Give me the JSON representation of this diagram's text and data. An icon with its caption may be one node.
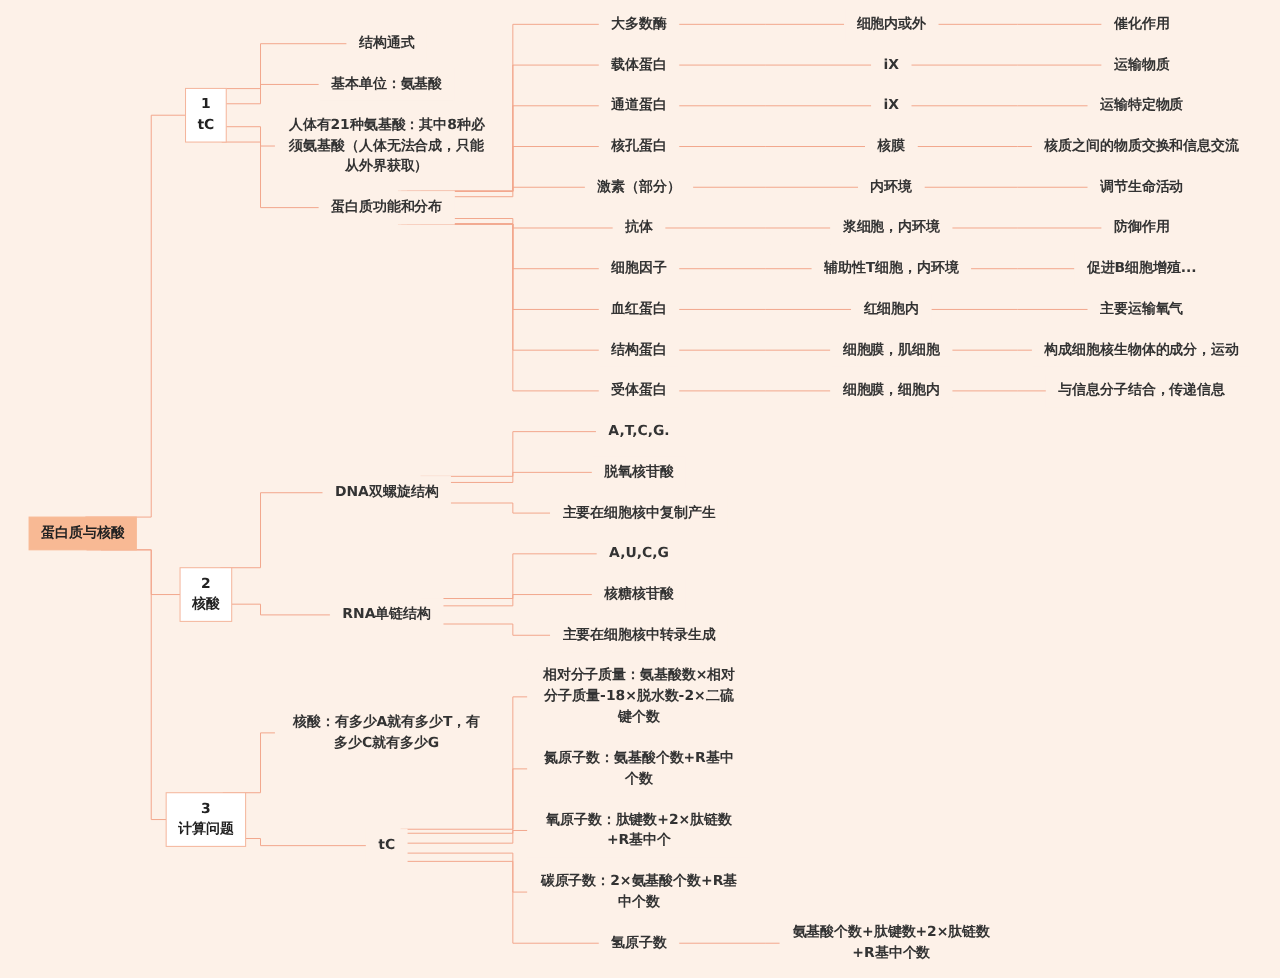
{
  "diagram": {
    "nodes": [
      {
        "text": [
          "蛋白质与核酸"
        ]
      },
      {
        "text": [
          "1",
          "tC"
        ]
      },
      {
        "text": [
          "结构通式"
        ]
      },
      {
        "text": [
          "基本单位：氨基酸"
        ]
      },
      {
        "text": [
          "人体有21种氨基酸：其中8种必须氨基酸（人体无法合成，只能从外界获取）"
        ]
      },
      {
        "text": [
          "蛋白质功能和分布"
        ]
      },
      {
        "text": [
          "大多数酶"
        ]
      },
      {
        "text": [
          "细胞内或外"
        ]
      },
      {
        "text": [
          "催化作用"
        ]
      },
      {
        "text": [
          "载体蛋白"
        ]
      },
      {
        "text": [
          "iX"
        ]
      },
      {
        "text": [
          "运输物质"
        ]
      },
      {
        "text": [
          "通道蛋白"
        ]
      },
      {
        "text": [
          "iX"
        ]
      },
      {
        "text": [
          "运输特定物质"
        ]
      },
      {
        "text": [
          "核孔蛋白"
        ]
      },
      {
        "text": [
          "核膜"
        ]
      },
      {
        "text": [
          "核质之间的物质交换和信息交流"
        ]
      },
      {
        "text": [
          "激素（部分）"
        ]
      },
      {
        "text": [
          "内环境"
        ]
      },
      {
        "text": [
          "调节生命活动"
        ]
      },
      {
        "text": [
          "抗体"
        ]
      },
      {
        "text": [
          "浆细胞，内环境"
        ]
      },
      {
        "text": [
          "防御作用"
        ]
      },
      {
        "text": [
          "细胞因子"
        ]
      },
      {
        "text": [
          "辅助性T细胞，内环境"
        ]
      },
      {
        "text": [
          "促进B细胞增殖..."
        ]
      },
      {
        "text": [
          "血红蛋白"
        ]
      },
      {
        "text": [
          "红细胞内"
        ]
      },
      {
        "text": [
          "主要运输氧气"
        ]
      },
      {
        "text": [
          "结构蛋白"
        ]
      },
      {
        "text": [
          "细胞膜，肌细胞"
        ]
      },
      {
        "text": [
          "构成细胞核生物体的成分，运动"
        ]
      },
      {
        "text": [
          "受体蛋白"
        ]
      },
      {
        "text": [
          "细胞膜，细胞内"
        ]
      },
      {
        "text": [
          "与信息分子结合，传递信息"
        ]
      },
      {
        "text": [
          "2",
          "核酸"
        ]
      },
      {
        "text": [
          "DNA双螺旋结构"
        ]
      },
      {
        "text": [
          "A,T,C,G."
        ]
      },
      {
        "text": [
          "脱氧核苷酸"
        ]
      },
      {
        "text": [
          "主要在细胞核中复制产生"
        ]
      },
      {
        "text": [
          "RNA单链结构"
        ]
      },
      {
        "text": [
          "A,U,C,G"
        ]
      },
      {
        "text": [
          "核糖核苷酸"
        ]
      },
      {
        "text": [
          "主要在细胞核中转录生成"
        ]
      },
      {
        "text": [
          "3",
          "计算问题"
        ]
      },
      {
        "text": [
          "核酸：有多少A就有多少T，有多少C就有多少G"
        ]
      },
      {
        "text": [
          "tC"
        ]
      },
      {
        "text": [
          "相对分子质量：氨基酸数×相对分子质量-18×脱水数-2×二硫键个数"
        ]
      },
      {
        "text": [
          "氮原子数：氨基酸个数+R基中个数"
        ]
      },
      {
        "text": [
          "氧原子数：肽键数+2×肽链数+R基中个"
        ]
      },
      {
        "text": [
          "碳原子数：2×氨基酸个数+R基中个数"
        ]
      },
      {
        "text": [
          "氢原子数"
        ]
      },
      {
        "text": [
          "氨基酸个数+肽键数+2×肽链数+R基中个数"
        ]
      }
    ],
    "edges": [
      {
        "from": 0,
        "to": 1,
        "arrow": "none"
      },
      {
        "from": 1,
        "to": 2,
        "arrow": "none"
      },
      {
        "from": 1,
        "to": 3,
        "arrow": "none"
      },
      {
        "from": 1,
        "to": 4,
        "arrow": "none"
      },
      {
        "from": 1,
        "to": 5,
        "arrow": "none"
      },
      {
        "from": 5,
        "to": 6,
        "arrow": "none"
      },
      {
        "from": 6,
        "to": 7,
        "arrow": "none"
      },
      {
        "from": 7,
        "to": 8,
        "arrow": "none"
      },
      {
        "from": 5,
        "to": 9,
        "arrow": "none"
      },
      {
        "from": 9,
        "to": 10,
        "arrow": "none"
      },
      {
        "from": 10,
        "to": 11,
        "arrow": "none"
      },
      {
        "from": 5,
        "to": 12,
        "arrow": "none"
      },
      {
        "from": 12,
        "to": 13,
        "arrow": "none"
      },
      {
        "from": 13,
        "to": 14,
        "arrow": "none"
      },
      {
        "from": 5,
        "to": 15,
        "arrow": "none"
      },
      {
        "from": 15,
        "to": 16,
        "arrow": "none"
      },
      {
        "from": 16,
        "to": 17,
        "arrow": "none"
      },
      {
        "from": 5,
        "to": 18,
        "arrow": "none"
      },
      {
        "from": 18,
        "to": 19,
        "arrow": "none"
      },
      {
        "from": 19,
        "to": 20,
        "arrow": "none"
      },
      {
        "from": 5,
        "to": 21,
        "arrow": "none"
      },
      {
        "from": 21,
        "to": 22,
        "arrow": "none"
      },
      {
        "from": 22,
        "to": 23,
        "arrow": "none"
      },
      {
        "from": 5,
        "to": 24,
        "arrow": "none"
      },
      {
        "from": 24,
        "to": 25,
        "arrow": "none"
      },
      {
        "from": 25,
        "to": 26,
        "arrow": "none"
      },
      {
        "from": 5,
        "to": 27,
        "arrow": "none"
      },
      {
        "from": 27,
        "to": 28,
        "arrow": "none"
      },
      {
        "from": 28,
        "to": 29,
        "arrow": "none"
      },
      {
        "from": 5,
        "to": 30,
        "arrow": "none"
      },
      {
        "from": 30,
        "to": 31,
        "arrow": "none"
      },
      {
        "from": 31,
        "to": 32,
        "arrow": "none"
      },
      {
        "from": 5,
        "to": 33,
        "arrow": "none"
      },
      {
        "from": 33,
        "to": 34,
        "arrow": "none"
      },
      {
        "from": 34,
        "to": 35,
        "arrow": "none"
      },
      {
        "from": 0,
        "to": 36,
        "arrow": "none"
      },
      {
        "from": 36,
        "to": 37,
        "arrow": "none"
      },
      {
        "from": 37,
        "to": 38,
        "arrow": "none"
      },
      {
        "from": 37,
        "to": 39,
        "arrow": "none"
      },
      {
        "from": 37,
        "to": 40,
        "arrow": "none"
      },
      {
        "from": 36,
        "to": 41,
        "arrow": "none"
      },
      {
        "from": 41,
        "to": 42,
        "arrow": "none"
      },
      {
        "from": 41,
        "to": 43,
        "arrow": "none"
      },
      {
        "from": 41,
        "to": 44,
        "arrow": "none"
      },
      {
        "from": 0,
        "to": 45,
        "arrow": "none"
      },
      {
        "from": 45,
        "to": 46,
        "arrow": "none"
      },
      {
        "from": 45,
        "to": 47,
        "arrow": "none"
      },
      {
        "from": 47,
        "to": 48,
        "arrow": "none"
      },
      {
        "from": 47,
        "to": 49,
        "arrow": "none"
      },
      {
        "from": 47,
        "to": 50,
        "arrow": "none"
      },
      {
        "from": 47,
        "to": 51,
        "arrow": "none"
      },
      {
        "from": 47,
        "to": 52,
        "arrow": "none"
      },
      {
        "from": 52,
        "to": 53,
        "arrow": "none"
      }
    ]
  }
}
